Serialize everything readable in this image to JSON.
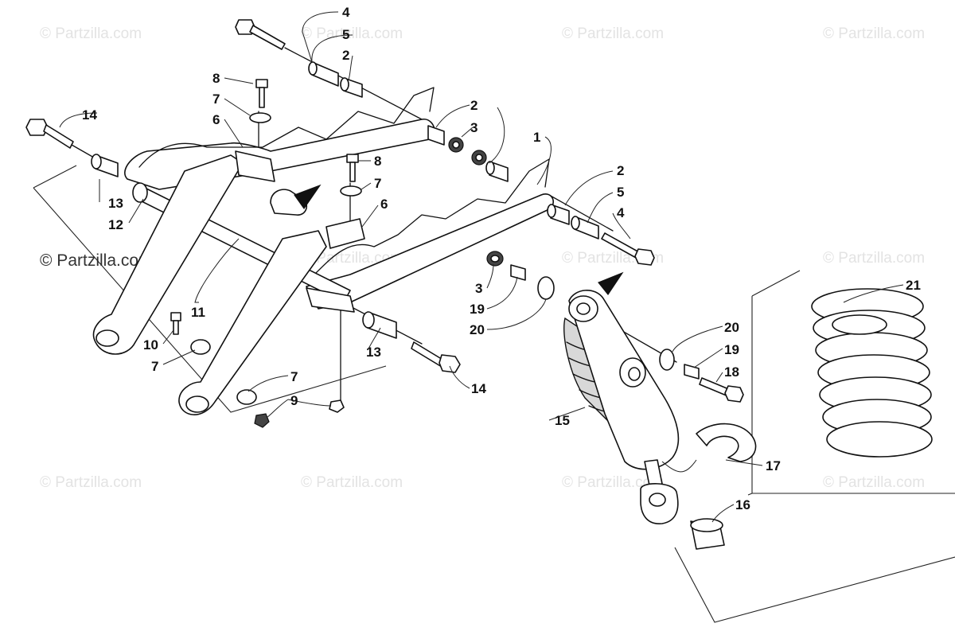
{
  "watermark": {
    "brand": "Partzilla.com",
    "faint_text": "© Partzilla.com",
    "main_text": "© Partzilla.com"
  },
  "callouts": {
    "c1": "1",
    "c2a": "2",
    "c2b": "2",
    "c2c": "2",
    "c3a": "3",
    "c3b": "3",
    "c4a": "4",
    "c4b": "4",
    "c5a": "5",
    "c5b": "5",
    "c6a": "6",
    "c6b": "6",
    "c7a": "7",
    "c7b": "7",
    "c7c": "7",
    "c7d": "7",
    "c8a": "8",
    "c8b": "8",
    "c9": "9",
    "c10": "10",
    "c11": "11",
    "c12": "12",
    "c13a": "13",
    "c13b": "13",
    "c14a": "14",
    "c14b": "14",
    "c15": "15",
    "c16": "16",
    "c17": "17",
    "c18": "18",
    "c19a": "19",
    "c19b": "19",
    "c20a": "20",
    "c20b": "20",
    "c21": "21"
  },
  "icons": [
    "forward-arrow-icon",
    "copyright-icon"
  ]
}
